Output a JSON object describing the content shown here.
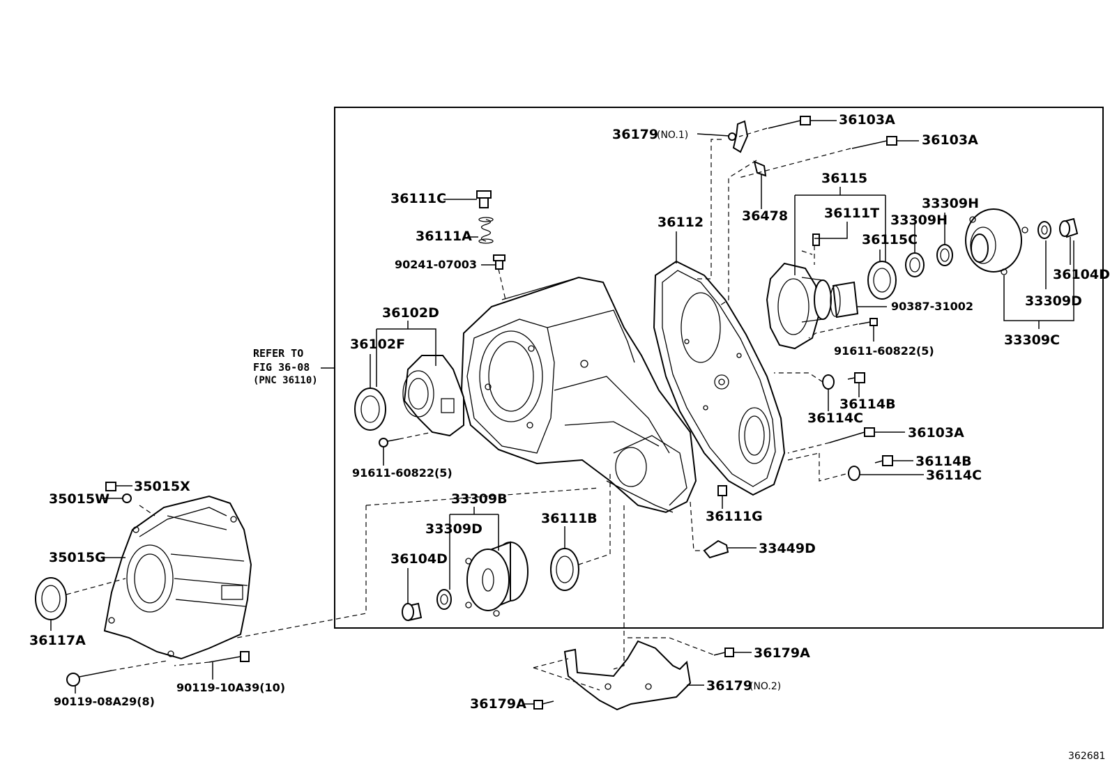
{
  "diagram_number": "362681",
  "refer_note": {
    "line1": "REFER TO",
    "line2": "FIG 36-08",
    "line3": "(PNC 36110)"
  },
  "callouts": {
    "p36103A_1": "36103A",
    "p36103A_2": "36103A",
    "p36103A_3": "36103A",
    "p36179": "36179",
    "p36179_no1": "(NO.1)",
    "p36179_no2": "(NO.2)",
    "p36478": "36478",
    "p36115": "36115",
    "p36111T": "36111T",
    "p36115C": "36115C",
    "p33309H_1": "33309H",
    "p33309H_2": "33309H",
    "p36104D_1": "36104D",
    "p36104D_2": "36104D",
    "p33309D_1": "33309D",
    "p33309D_2": "33309D",
    "p33309C": "33309C",
    "p90387": "90387-31002",
    "p91611_1": "91611-60822(5)",
    "p91611_2": "91611-60822(5)",
    "p36112": "36112",
    "p36111C": "36111C",
    "p36111A": "36111A",
    "p90241": "90241-07003",
    "p36102D": "36102D",
    "p36102F": "36102F",
    "p36114B_1": "36114B",
    "p36114B_2": "36114B",
    "p36114C_1": "36114C",
    "p36114C_2": "36114C",
    "p36111G": "36111G",
    "p33449D": "33449D",
    "p33309B": "33309B",
    "p36111B": "36111B",
    "p35015X": "35015X",
    "p35015W": "35015W",
    "p35015G": "35015G",
    "p36117A": "36117A",
    "p90119_08": "90119-08A29(8)",
    "p90119_10": "90119-10A39(10)",
    "p36179A_1": "36179A",
    "p36179A_2": "36179A"
  }
}
